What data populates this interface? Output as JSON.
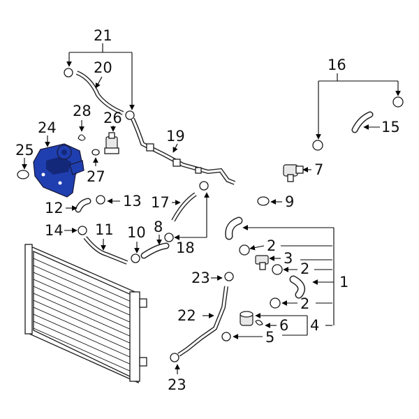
{
  "diagram": {
    "callouts": {
      "c21": "21",
      "c20": "20",
      "c16": "16",
      "c28": "28",
      "c26": "26",
      "c24": "24",
      "c25": "25",
      "c19": "19",
      "c15": "15",
      "c27": "27",
      "c7": "7",
      "c12": "12",
      "c13": "13",
      "c17": "17",
      "c9": "9",
      "c14": "14",
      "c11": "11",
      "c10": "10",
      "c8": "8",
      "c2a": "2",
      "c3": "3",
      "c2b": "2",
      "c18": "18",
      "c23a": "23",
      "c1": "1",
      "c2c": "2",
      "c22": "22",
      "c6": "6",
      "c4": "4",
      "c5": "5",
      "c23b": "23"
    },
    "colors": {
      "highlight": "#1f3fb0",
      "line": "#000000",
      "part_fill": "#ffffff"
    }
  }
}
